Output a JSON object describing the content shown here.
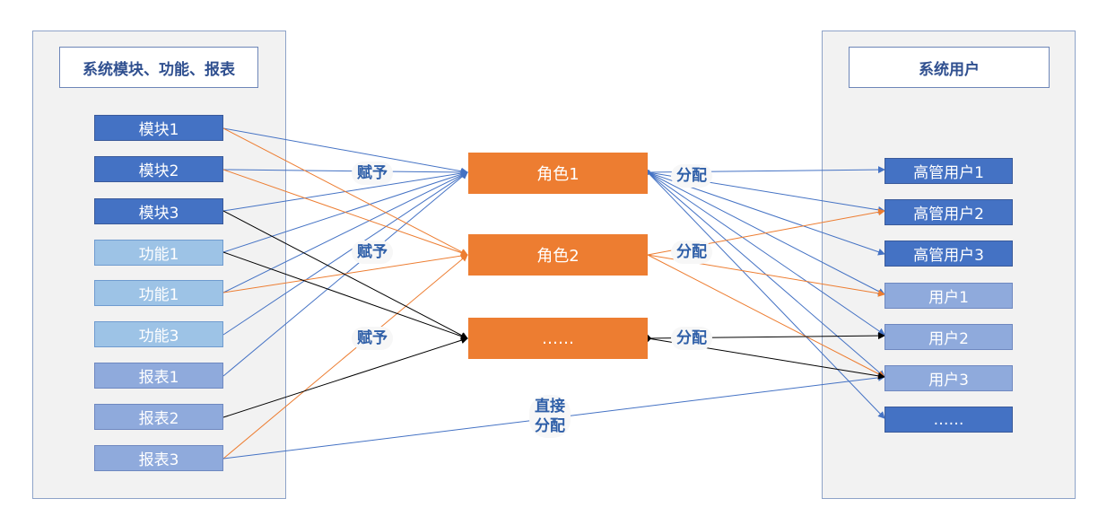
{
  "left_panel": {
    "title": "系统模块、功能、报表",
    "items": [
      "模块1",
      "模块2",
      "模块3",
      "功能1",
      "功能1",
      "功能3",
      "报表1",
      "报表2",
      "报表3"
    ]
  },
  "roles": [
    "角色1",
    "角色2",
    "……"
  ],
  "right_panel": {
    "title": "系统用户",
    "items": [
      "高管用户1",
      "高管用户2",
      "高管用户3",
      "用户1",
      "用户2",
      "用户3",
      "……"
    ]
  },
  "labels": {
    "grant1": "赋予",
    "grant2": "赋予",
    "grant3": "赋予",
    "assign1": "分配",
    "assign2": "分配",
    "assign3": "分配",
    "direct_line1": "直接",
    "direct_line2": "分配"
  },
  "colors": {
    "blue_line": "#4472c4",
    "orange_line": "#ed7d31",
    "black_line": "#000000",
    "role_fill": "#ed7d31"
  }
}
